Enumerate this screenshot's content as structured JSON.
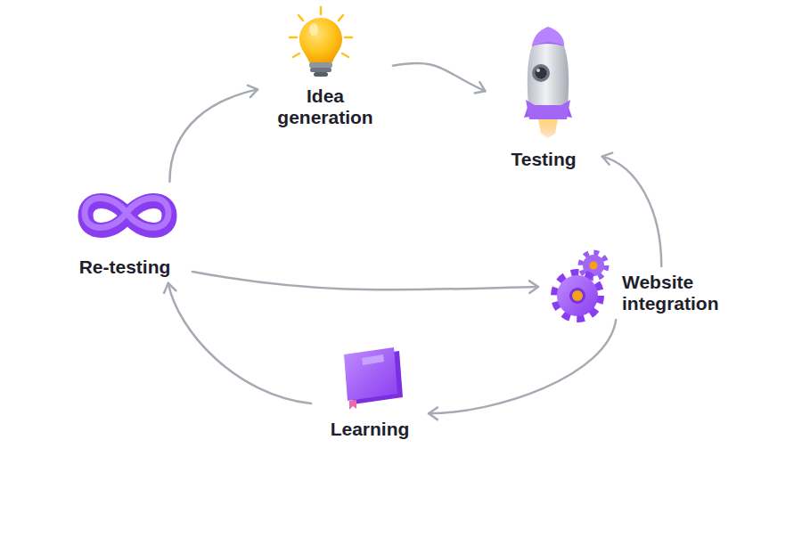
{
  "diagram": {
    "nodes": [
      {
        "text": [
          "Idea generation"
        ]
      },
      {
        "text": [
          "Testing"
        ]
      },
      {
        "text": [
          "Re-testing"
        ]
      },
      {
        "text": [
          "Website integration"
        ]
      },
      {
        "text": [
          "Learning"
        ]
      }
    ],
    "edges": [
      {
        "from": 2,
        "to": 0,
        "arrow": "to"
      },
      {
        "from": 0,
        "to": 1,
        "arrow": "to"
      },
      {
        "from": 3,
        "to": 1,
        "arrow": "to"
      },
      {
        "from": 2,
        "to": 3,
        "arrow": "to"
      },
      {
        "from": 3,
        "to": 4,
        "arrow": "to"
      },
      {
        "from": 4,
        "to": 2,
        "arrow": "to"
      }
    ]
  }
}
